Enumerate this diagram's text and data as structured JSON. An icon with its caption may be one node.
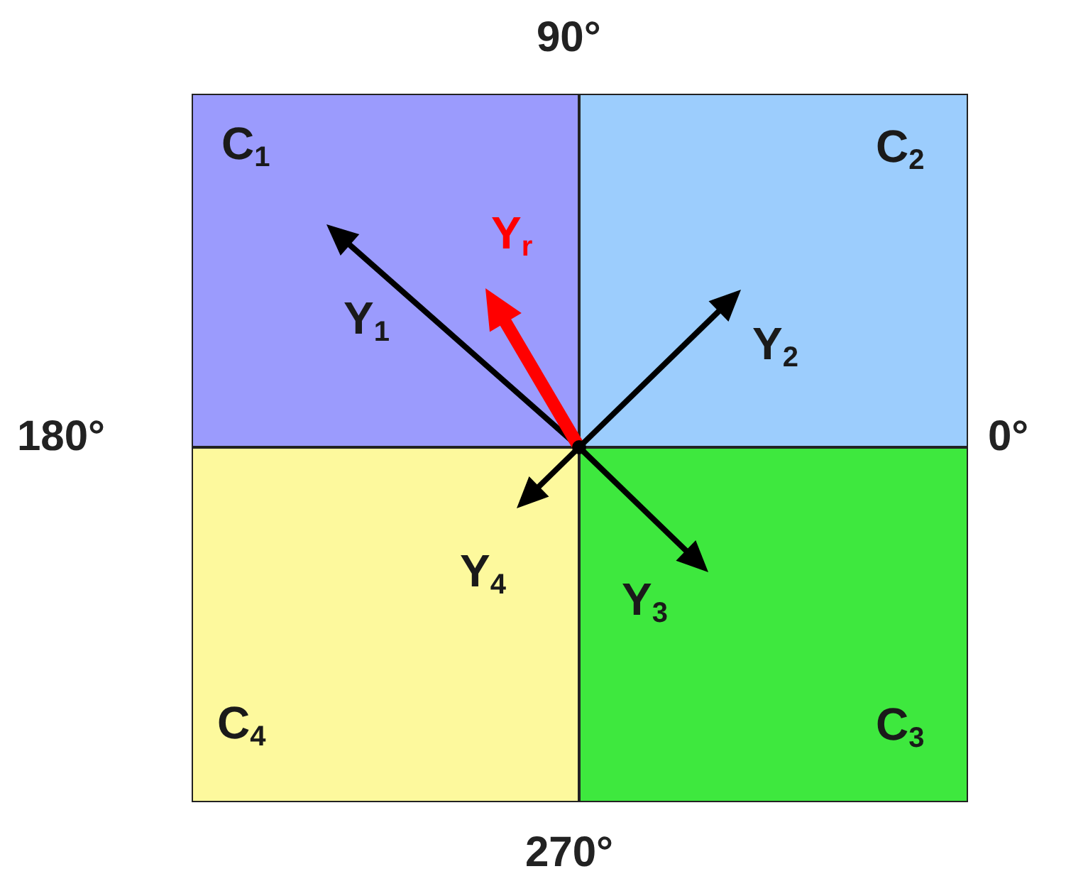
{
  "diagram": {
    "nodes": [
      {
        "text": [
          "C$_{1}$"
        ]
      },
      {
        "text": [
          "C$_{2}$"
        ]
      },
      {
        "text": [
          "C$_{3}$"
        ]
      },
      {
        "text": [
          "C$_{4}$"
        ]
      },
      {
        "text": [],
        "shape": "point"
      }
    ],
    "edges": [
      {
        "from": 4,
        "to": 0,
        "arrow": "to",
        "label": "Y$_{1}$"
      },
      {
        "from": 4,
        "to": 0,
        "arrow": "to",
        "label": "Y$_{r}$",
        "style": "thick",
        "color": "#ff0000"
      },
      {
        "from": 4,
        "to": 1,
        "arrow": "to",
        "label": "Y$_{2}$"
      },
      {
        "from": 4,
        "to": 3,
        "arrow": "to",
        "label": "Y$_{4}$"
      },
      {
        "from": 4,
        "to": 2,
        "arrow": "to",
        "label": "Y$_{3}$"
      }
    ],
    "labels": [
      "90°",
      "180°",
      "0°",
      "270°"
    ]
  }
}
